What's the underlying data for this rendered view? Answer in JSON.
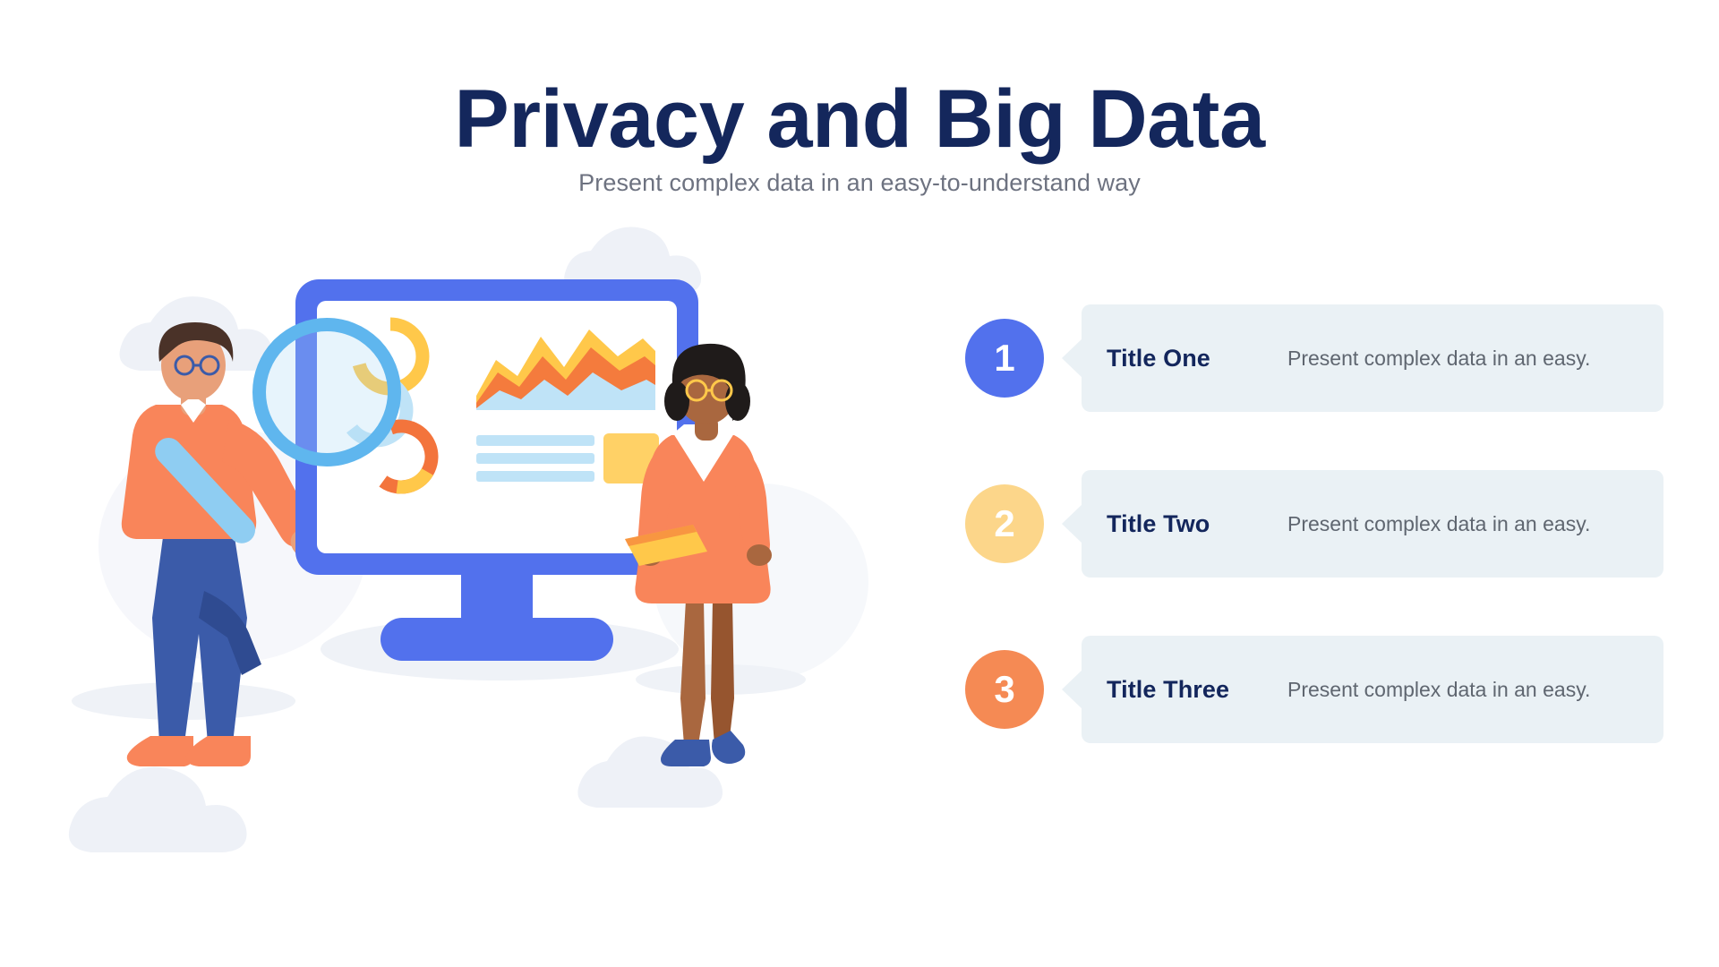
{
  "header": {
    "title": "Privacy and Big Data",
    "subtitle": "Present complex data in an easy-to-understand way",
    "title_color": "#14275c",
    "subtitle_color": "#6d7280"
  },
  "list": {
    "items": [
      {
        "number": "1",
        "title": "Title One",
        "description": "Present complex data in an easy.",
        "circle_color": "#5271ed",
        "panel_color": "#eaf1f5"
      },
      {
        "number": "2",
        "title": "Title Two",
        "description": "Present complex data in an easy.",
        "circle_color": "#fcd68a",
        "panel_color": "#eaf1f5"
      },
      {
        "number": "3",
        "title": "Title Three",
        "description": "Present complex data in an easy.",
        "circle_color": "#f58a54",
        "panel_color": "#eaf1f5"
      }
    ]
  },
  "illustration": {
    "name": "data-analysis-illustration",
    "monitor_color": "#5271ed",
    "magnifier_color": "#5fb6ee",
    "cloud_color": "#eef1f7",
    "man_shirt_color": "#f9855a",
    "man_pants_color": "#3b5ba9",
    "woman_dress_color": "#f9855a",
    "chart_accent_orange": "#f3743c",
    "chart_accent_yellow": "#ffc84a",
    "chart_accent_lightblue": "#bfe3f7"
  },
  "screen_chart": {
    "type": "area",
    "series": [
      {
        "name": "upper",
        "values": [
          18,
          42,
          26,
          58,
          34,
          62,
          40
        ]
      },
      {
        "name": "lower",
        "values": [
          10,
          24,
          16,
          34,
          22,
          38,
          26
        ]
      }
    ],
    "donuts": [
      {
        "label": "ring-a",
        "color": "#ffc84a",
        "percent": 70
      },
      {
        "label": "ring-b",
        "color": "#bfe3f7",
        "percent": 55
      },
      {
        "label": "ring-c",
        "color": "#f3743c",
        "percent": 65
      }
    ]
  }
}
